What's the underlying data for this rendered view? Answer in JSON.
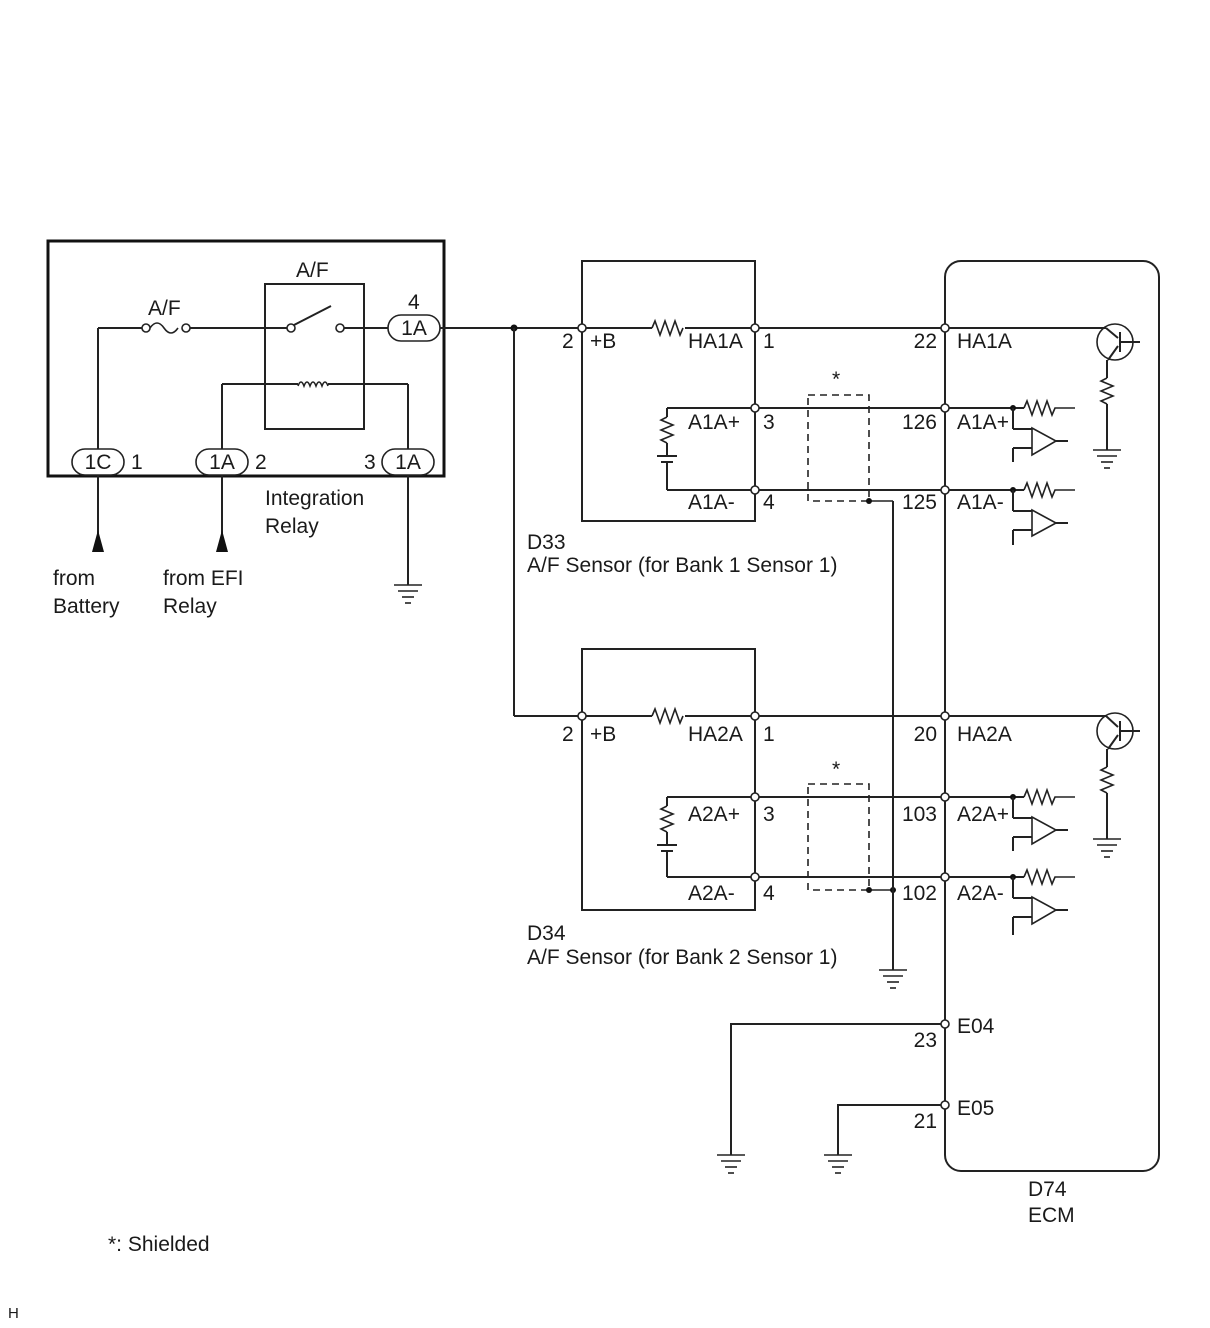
{
  "relay": {
    "relay_label": "A/F",
    "fuse_label": "A/F",
    "name_line1": "Integration",
    "name_line2": "Relay",
    "conn_1C": "1C",
    "conn_1A_a": "1A",
    "conn_1A_b": "1A",
    "conn_1A_c": "1A",
    "pin_1": "1",
    "pin_2": "2",
    "pin_3": "3",
    "pin_4": "4"
  },
  "inputs": {
    "battery_line1": "from",
    "battery_line2": "Battery",
    "efi_line1": "from EFI",
    "efi_line2": "Relay"
  },
  "sensor1": {
    "id": "D33",
    "name": "A/F Sensor (for Bank 1 Sensor 1)",
    "pin_b_num": "2",
    "pin_b_label": "+B",
    "heater_label": "HA1A",
    "heater_pin": "1",
    "plus_label": "A1A+",
    "plus_pin": "3",
    "minus_label": "A1A-",
    "minus_pin": "4"
  },
  "sensor2": {
    "id": "D34",
    "name": "A/F Sensor (for Bank 2 Sensor 1)",
    "pin_b_num": "2",
    "pin_b_label": "+B",
    "heater_label": "HA2A",
    "heater_pin": "1",
    "plus_label": "A2A+",
    "plus_pin": "3",
    "minus_label": "A2A-",
    "minus_pin": "4"
  },
  "ecm": {
    "id": "D74",
    "name": "ECM",
    "pins": [
      {
        "num": "22",
        "label": "HA1A"
      },
      {
        "num": "126",
        "label": "A1A+"
      },
      {
        "num": "125",
        "label": "A1A-"
      },
      {
        "num": "20",
        "label": "HA2A"
      },
      {
        "num": "103",
        "label": "A2A+"
      },
      {
        "num": "102",
        "label": "A2A-"
      },
      {
        "num": "23",
        "label": "E04"
      },
      {
        "num": "21",
        "label": "E05"
      }
    ]
  },
  "shield_mark": "*",
  "legend": "*: Shielded",
  "footer_mark": "H"
}
